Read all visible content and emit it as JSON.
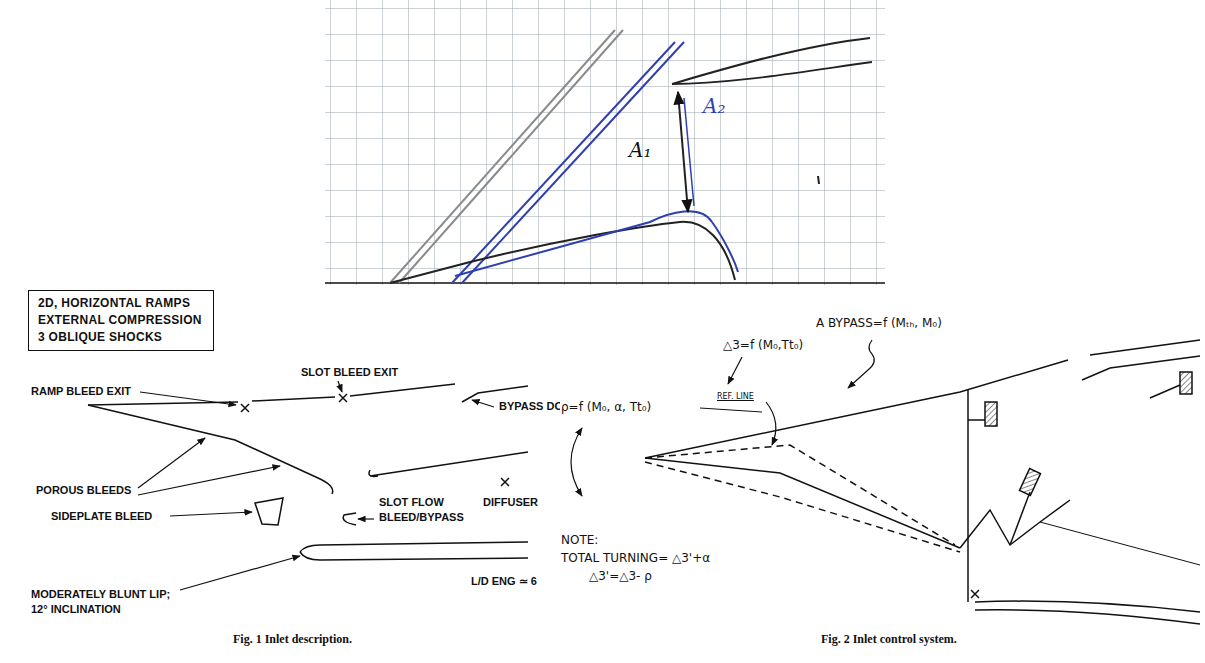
{
  "diagram": {
    "nodes": [
      {
        "text": [
          "2D, HORIZONTAL RAMPS",
          "EXTERNAL COMPRESSION",
          "3 OBLIQUE SHOCKS"
        ]
      }
    ],
    "labels": [
      "A₁",
      "A₂",
      "RAMP BLEED EXIT",
      "SLOT BLEED EXIT",
      "BYPASS DOOR",
      "POROUS BLEEDS",
      "SIDEPLATE BLEED",
      "SLOT FLOW",
      "BLEED/BYPASS",
      "DIFFUSER",
      "L/D ENG ≃ 6",
      "MODERATELY BLUNT LIP;",
      "12° INCLINATION",
      "Fig. 1 Inlet description.",
      "ρ=f (M₀, α, Tt₀)",
      "△3=f (M₀,Tt₀)",
      "REF. LINE",
      "A BYPASS=f (Mₜₕ, M₀)",
      "NOTE:",
      "TOTAL TURNING= △3'+α",
      "△3'=△3- ρ",
      "Fig. 2 Inlet control system."
    ]
  }
}
